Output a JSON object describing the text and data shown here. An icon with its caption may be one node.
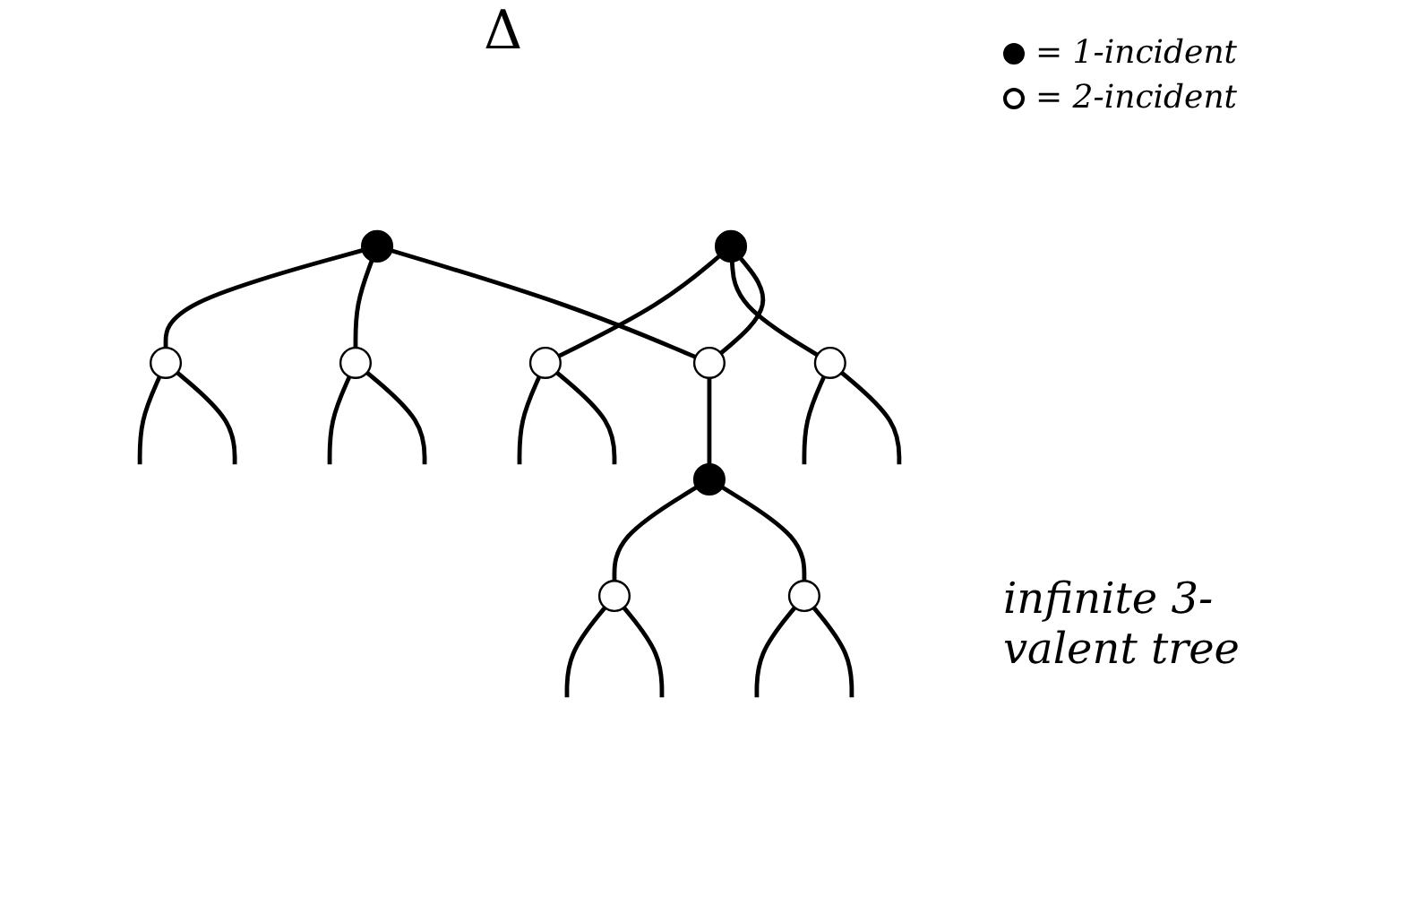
{
  "diagram": {
    "nodes": [
      {
        "text": [],
        "shape": "circle"
      },
      {
        "text": [],
        "shape": "circle"
      },
      {
        "text": [],
        "shape": "circle"
      },
      {
        "text": [],
        "shape": "circle"
      },
      {
        "text": [],
        "shape": "circle"
      },
      {
        "text": [],
        "shape": "circle"
      },
      {
        "text": [],
        "shape": "circle"
      },
      {
        "text": [],
        "shape": "circle"
      },
      {
        "text": [],
        "shape": "circle"
      },
      {
        "text": [],
        "shape": "circle"
      }
    ],
    "edges": [
      {
        "from": 3,
        "to": 0,
        "arrow": "none"
      },
      {
        "from": 2,
        "to": 1,
        "arrow": "none"
      },
      {
        "from": 3,
        "to": 4,
        "arrow": "none"
      },
      {
        "from": 2,
        "to": 5,
        "arrow": "none"
      },
      {
        "from": 3,
        "to": 6,
        "arrow": "none"
      },
      {
        "from": 2,
        "to": 6,
        "arrow": "none"
      },
      {
        "from": 6,
        "to": 7,
        "arrow": "none"
      },
      {
        "from": 7,
        "to": 8,
        "arrow": "none"
      },
      {
        "from": 7,
        "to": 9,
        "arrow": "none"
      },
      {
        "from": 0,
        "to": null,
        "arrow": "none"
      },
      {
        "from": 0,
        "to": null,
        "arrow": "none"
      },
      {
        "from": 1,
        "to": null,
        "arrow": "none"
      },
      {
        "from": 1,
        "to": null,
        "arrow": "none"
      },
      {
        "from": 4,
        "to": null,
        "arrow": "none"
      },
      {
        "from": 4,
        "to": null,
        "arrow": "none"
      },
      {
        "from": 5,
        "to": null,
        "arrow": "none"
      },
      {
        "from": 5,
        "to": null,
        "arrow": "none"
      },
      {
        "from": 8,
        "to": null,
        "arrow": "none"
      },
      {
        "from": 8,
        "to": null,
        "arrow": "none"
      },
      {
        "from": 9,
        "to": null,
        "arrow": "none"
      },
      {
        "from": 9,
        "to": null,
        "arrow": "none"
      }
    ],
    "labels": [
      "Δ",
      "infinite 3-valent tree"
    ],
    "legend": [
      {
        "text": "= 1-incident"
      },
      {
        "text": "= 2-incident"
      }
    ]
  }
}
